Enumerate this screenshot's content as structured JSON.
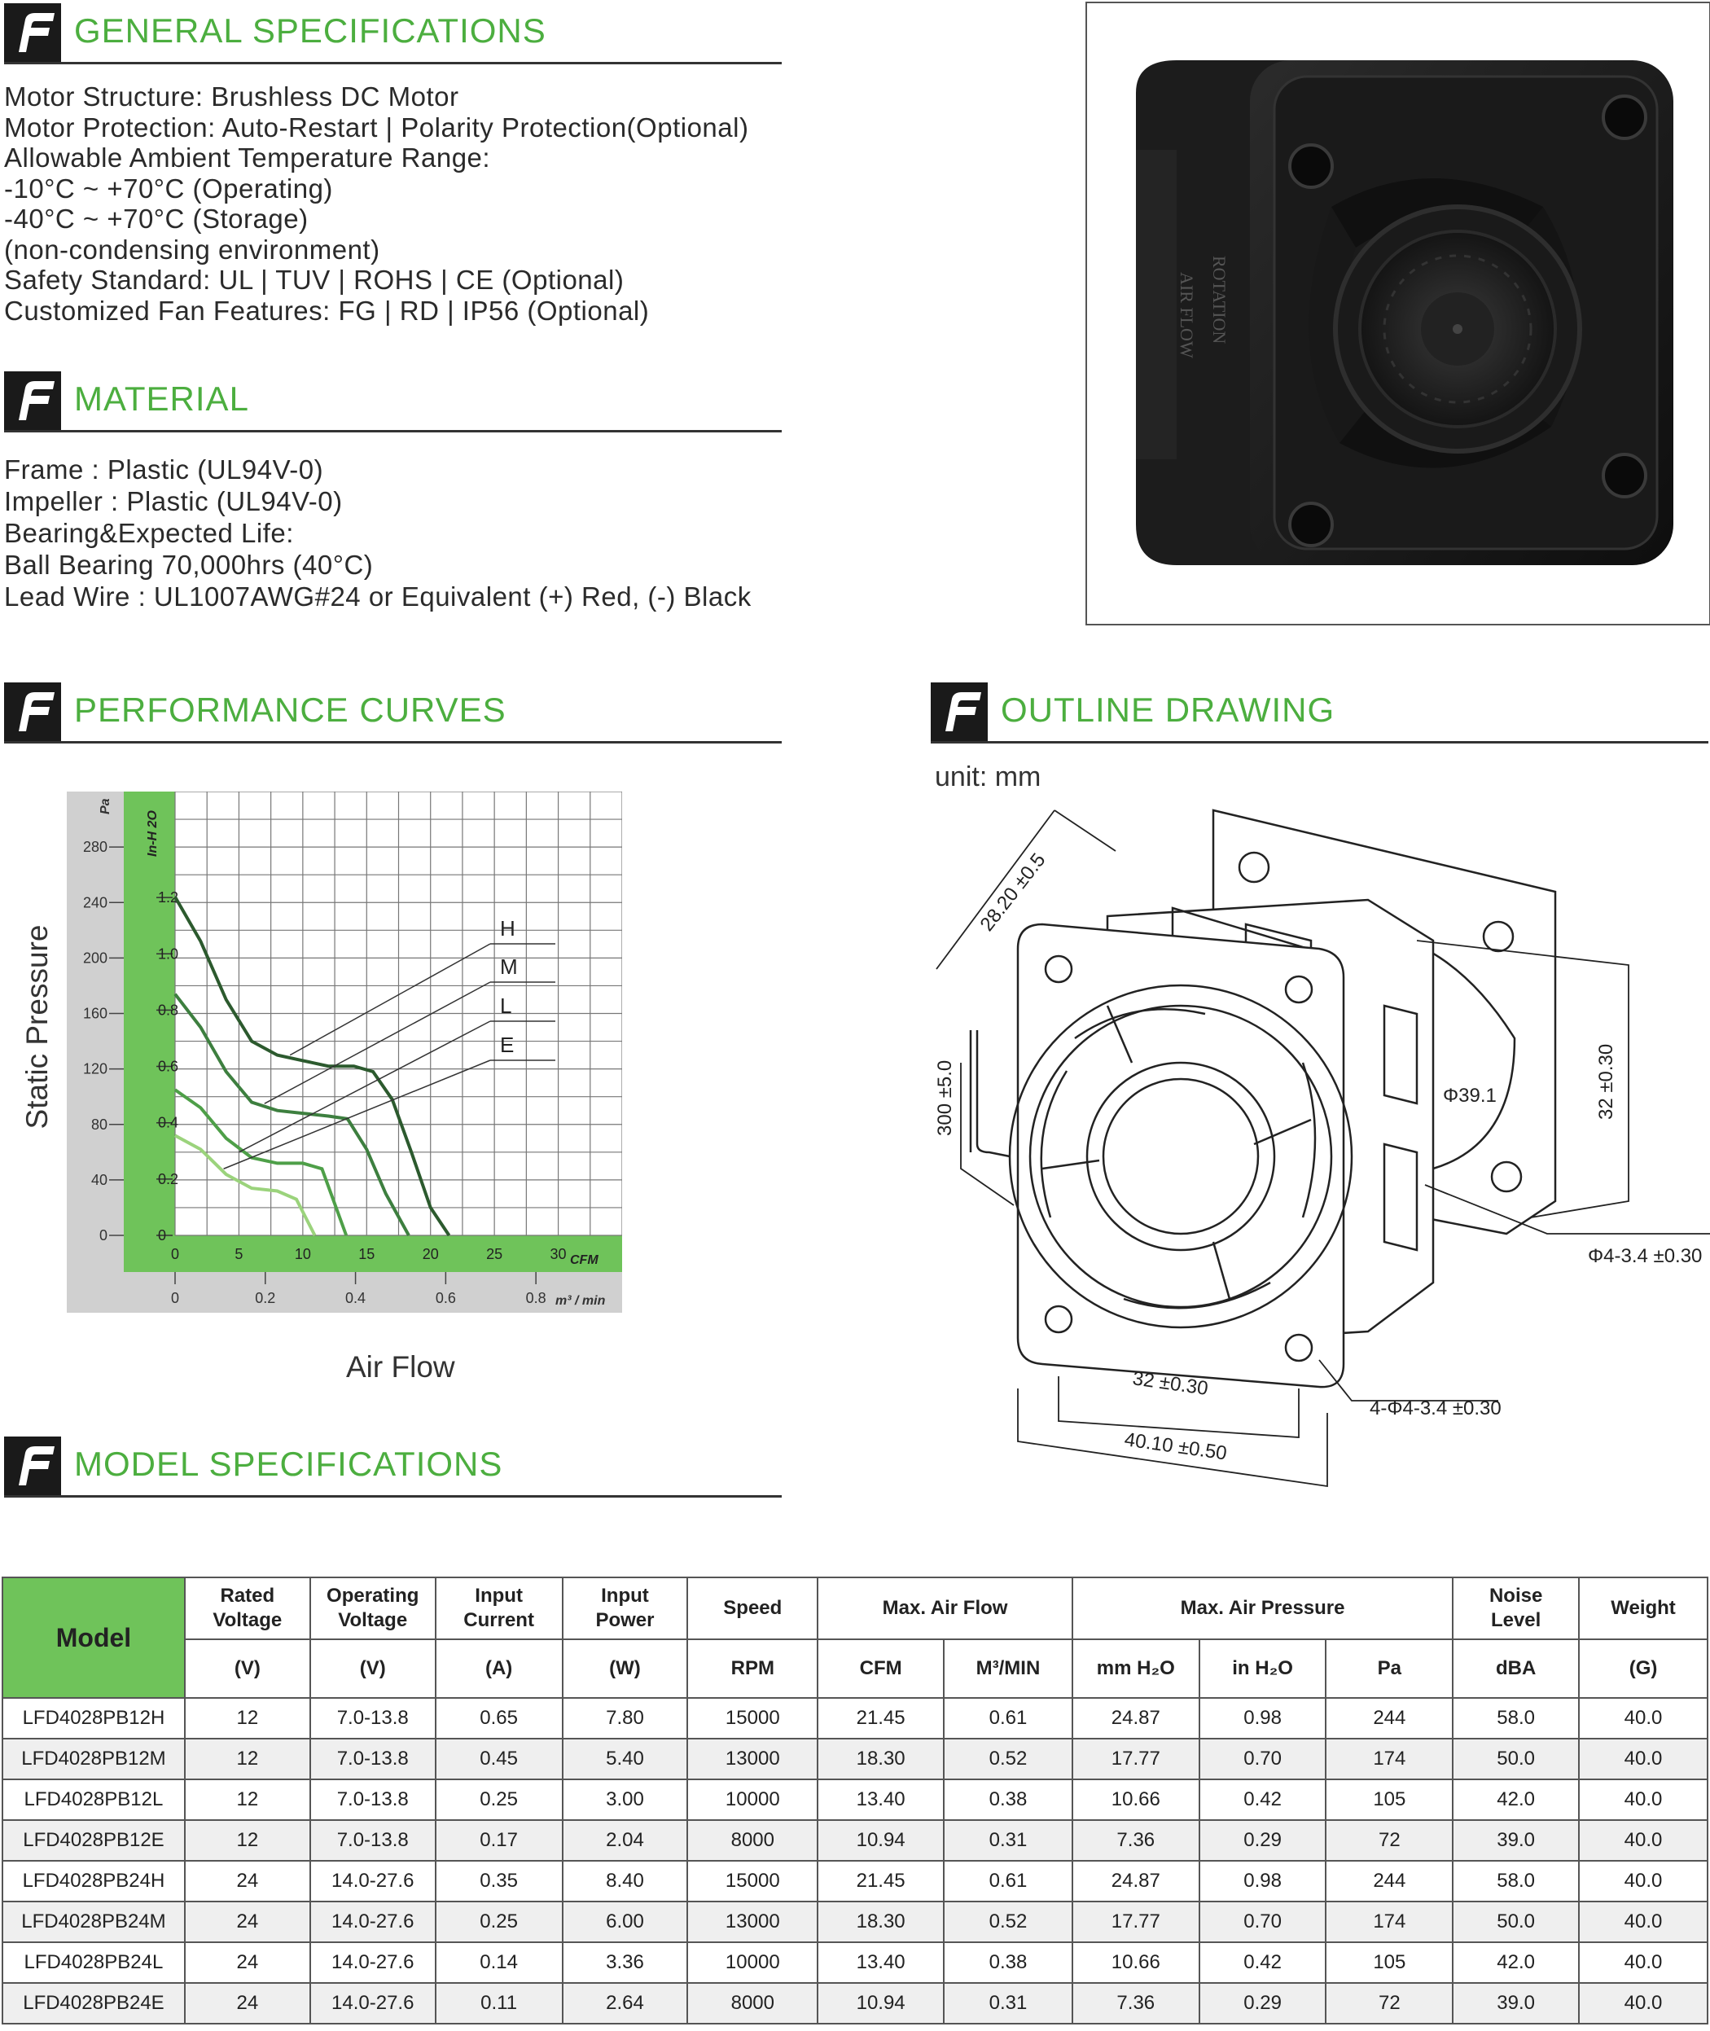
{
  "sections": {
    "general": "GENERAL SPECIFICATIONS",
    "material": "MATERIAL",
    "performance": "PERFORMANCE CURVES",
    "outline": "OUTLINE DRAWING",
    "model": "MODEL SPECIFICATIONS"
  },
  "general_specs": [
    "Motor Structure: Brushless DC Motor",
    "Motor Protection: Auto-Restart | Polarity Protection(Optional)",
    "Allowable Ambient Temperature Range:",
    "-10°C ~ +70°C (Operating)",
    "-40°C ~ +70°C (Storage)",
    "(non-condensing environment)",
    "Safety Standard: UL | TUV | ROHS | CE (Optional)",
    "Customized Fan Features: FG | RD | IP56 (Optional)"
  ],
  "material_specs": [
    "Frame : Plastic (UL94V-0)",
    "Impeller : Plastic (UL94V-0)",
    "Bearing&Expected Life:",
    "Ball Bearing  70,000hrs (40°C)",
    "Lead Wire : UL1007AWG#24 or Equivalent (+) Red, (-) Black"
  ],
  "photo": {
    "label_airflow": "AIR FLOW",
    "label_rotation": "ROTATION"
  },
  "chart_data": {
    "type": "line",
    "xlabel": "Air Flow",
    "ylabel": "Static Pressure",
    "x_unit_primary": "CFM",
    "x_unit_secondary": "m³ / min",
    "y_unit_primary": "Pa",
    "y_unit_secondary": "In-H 2O",
    "xlim": [
      0,
      35
    ],
    "ylim": [
      0,
      320
    ],
    "x_ticks_cfm": [
      "0",
      "5",
      "10",
      "15",
      "20",
      "25",
      "30"
    ],
    "x_ticks_m3": [
      "0",
      "0.2",
      "0.4",
      "0.6",
      "0.8"
    ],
    "y_ticks_pa": [
      "0",
      "40",
      "80",
      "120",
      "160",
      "200",
      "240",
      "280"
    ],
    "y_ticks_inh2o": [
      "0",
      "0.2",
      "0.4",
      "0.6",
      "0.8",
      "1.0",
      "1.2"
    ],
    "series": [
      {
        "name": "H",
        "color": "#2c5a2e",
        "points": [
          [
            0,
            244
          ],
          [
            2,
            212
          ],
          [
            4,
            170
          ],
          [
            6,
            140
          ],
          [
            8,
            130
          ],
          [
            10,
            126
          ],
          [
            12,
            122
          ],
          [
            14,
            122
          ],
          [
            15.5,
            118
          ],
          [
            17,
            98
          ],
          [
            18.5,
            60
          ],
          [
            20,
            20
          ],
          [
            21.45,
            0
          ]
        ]
      },
      {
        "name": "M",
        "color": "#3d7f3f",
        "points": [
          [
            0,
            174
          ],
          [
            2,
            150
          ],
          [
            4,
            118
          ],
          [
            6,
            96
          ],
          [
            8,
            90
          ],
          [
            10,
            88
          ],
          [
            12,
            86
          ],
          [
            13.5,
            84
          ],
          [
            15,
            62
          ],
          [
            16.5,
            30
          ],
          [
            18.3,
            0
          ]
        ]
      },
      {
        "name": "L",
        "color": "#4e9f48",
        "points": [
          [
            0,
            105
          ],
          [
            2,
            92
          ],
          [
            4,
            70
          ],
          [
            6,
            56
          ],
          [
            8,
            52
          ],
          [
            10,
            52
          ],
          [
            11.5,
            48
          ],
          [
            13.4,
            0
          ]
        ]
      },
      {
        "name": "E",
        "color": "#9bd37c",
        "points": [
          [
            0,
            72
          ],
          [
            2,
            62
          ],
          [
            4,
            44
          ],
          [
            6,
            34
          ],
          [
            8,
            32
          ],
          [
            9.5,
            26
          ],
          [
            10.94,
            0
          ]
        ]
      }
    ]
  },
  "outline": {
    "unit": "unit: mm",
    "dims": {
      "d1": "28.20 ±0.5",
      "d2": "300 ±5.0",
      "d3": "Φ39.1",
      "d4": "32 ±0.30",
      "d5": "Φ4-3.4 ±0.30",
      "d6": "32 ±0.30",
      "d7": "4-Φ4-3.4  ±0.30",
      "d8": "40.10 ±0.50"
    }
  },
  "table": {
    "header_top": [
      "Model",
      "Rated\nVoltage",
      "Operating\nVoltage",
      "Input\nCurrent",
      "Input\nPower",
      "Speed",
      "Max. Air Flow",
      "Max. Air Pressure",
      "Noise\nLevel",
      "Weight"
    ],
    "header_units": [
      "(V)",
      "(V)",
      "(A)",
      "(W)",
      "RPM",
      "CFM",
      "M³/MIN",
      "mm H₂O",
      "in H₂O",
      "Pa",
      "dBA",
      "(G)"
    ],
    "rows": [
      [
        "LFD4028PB12H",
        "12",
        "7.0-13.8",
        "0.65",
        "7.80",
        "15000",
        "21.45",
        "0.61",
        "24.87",
        "0.98",
        "244",
        "58.0",
        "40.0"
      ],
      [
        "LFD4028PB12M",
        "12",
        "7.0-13.8",
        "0.45",
        "5.40",
        "13000",
        "18.30",
        "0.52",
        "17.77",
        "0.70",
        "174",
        "50.0",
        "40.0"
      ],
      [
        "LFD4028PB12L",
        "12",
        "7.0-13.8",
        "0.25",
        "3.00",
        "10000",
        "13.40",
        "0.38",
        "10.66",
        "0.42",
        "105",
        "42.0",
        "40.0"
      ],
      [
        "LFD4028PB12E",
        "12",
        "7.0-13.8",
        "0.17",
        "2.04",
        "8000",
        "10.94",
        "0.31",
        "7.36",
        "0.29",
        "72",
        "39.0",
        "40.0"
      ],
      [
        "LFD4028PB24H",
        "24",
        "14.0-27.6",
        "0.35",
        "8.40",
        "15000",
        "21.45",
        "0.61",
        "24.87",
        "0.98",
        "244",
        "58.0",
        "40.0"
      ],
      [
        "LFD4028PB24M",
        "24",
        "14.0-27.6",
        "0.25",
        "6.00",
        "13000",
        "18.30",
        "0.52",
        "17.77",
        "0.70",
        "174",
        "50.0",
        "40.0"
      ],
      [
        "LFD4028PB24L",
        "24",
        "14.0-27.6",
        "0.14",
        "3.36",
        "10000",
        "13.40",
        "0.38",
        "10.66",
        "0.42",
        "105",
        "42.0",
        "40.0"
      ],
      [
        "LFD4028PB24E",
        "24",
        "14.0-27.6",
        "0.11",
        "2.64",
        "8000",
        "10.94",
        "0.31",
        "7.36",
        "0.29",
        "72",
        "39.0",
        "40.0"
      ]
    ]
  }
}
